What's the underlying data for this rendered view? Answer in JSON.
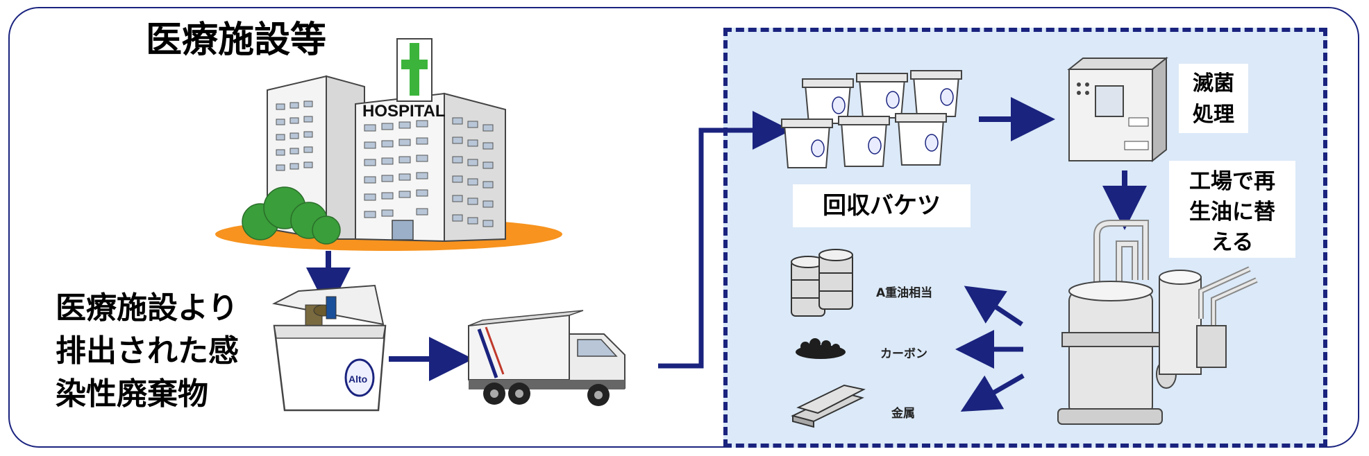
{
  "diagram": {
    "title": "医療施設等",
    "hospital_sign": "HOSPITAL",
    "source_lines": [
      "医療施設より",
      "排出された感",
      "染性廃棄物"
    ],
    "bin_label": "Alto",
    "buckets_label": "回収バケツ",
    "sterilize_lines": [
      "滅菌",
      "処理"
    ],
    "regen_lines": [
      "工場で再",
      "生油に替",
      "える"
    ],
    "outputs": {
      "oil": "A重油相当",
      "carbon": "カーボン",
      "metal": "金属"
    }
  },
  "colors": {
    "arrow": "#1a237e",
    "frame": "#1a237e",
    "process_bg": "#dbe9f8",
    "hospital_cross": "#3cb43c",
    "ground": "#f7931e",
    "trees": "#3a9e3a"
  }
}
